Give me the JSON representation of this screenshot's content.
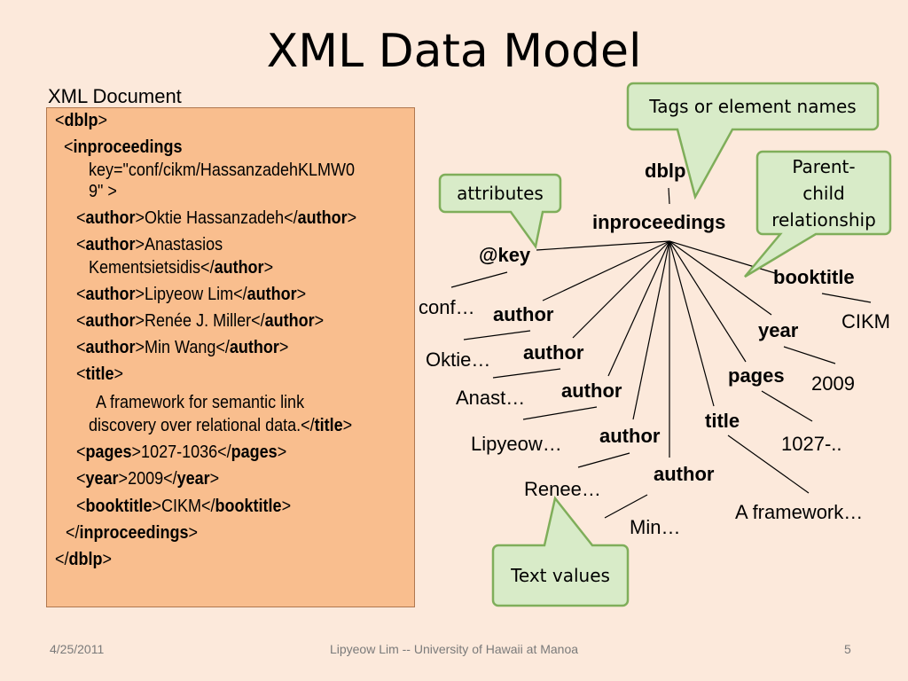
{
  "slide": {
    "title": "XML Data Model",
    "doc_label": "XML Document",
    "footer_date": "4/25/2011",
    "footer_center": "Lipyeow Lim -- University of Hawaii at Manoa",
    "page_number": "5"
  },
  "xml_lines": [
    {
      "open": "<",
      "tag": "dblp",
      "rest": ">"
    },
    {
      "open": "<",
      "tag": "inproceedings",
      "rest": ""
    },
    {
      "open": "",
      "tag": "",
      "rest": "key=\"conf/cikm/HassanzadehKLMW0"
    },
    {
      "open": "",
      "tag": "",
      "rest": "9\" >"
    },
    {
      "open": "<",
      "tag": "author",
      "rest": ">Oktie Hassanzadeh</",
      "tag2": "author",
      "close": ">"
    },
    {
      "open": "<",
      "tag": "author",
      "rest": ">Anastasios"
    },
    {
      "open": "",
      "tag": "",
      "rest": "Kementsietsidis</",
      "tag2": "author",
      "close": ">"
    },
    {
      "open": "<",
      "tag": "author",
      "rest": ">Lipyeow Lim</",
      "tag2": "author",
      "close": ">"
    },
    {
      "open": "<",
      "tag": "author",
      "rest": ">Renée J. Miller</",
      "tag2": "author",
      "close": ">"
    },
    {
      "open": "<",
      "tag": "author",
      "rest": ">Min Wang</",
      "tag2": "author",
      "close": ">"
    },
    {
      "open": "<",
      "tag": "title",
      "rest": ">"
    },
    {
      "open": "",
      "tag": "",
      "rest": "A framework for semantic link"
    },
    {
      "open": "",
      "tag": "",
      "rest": "discovery over relational data.</",
      "tag2": "title",
      "close": ">"
    },
    {
      "open": "<",
      "tag": "pages",
      "rest": ">1027-1036</",
      "tag2": "pages",
      "close": ">"
    },
    {
      "open": "<",
      "tag": "year",
      "rest": ">2009</",
      "tag2": "year",
      "close": ">"
    },
    {
      "open": "<",
      "tag": "booktitle",
      "rest": ">CIKM</",
      "tag2": "booktitle",
      "close": ">"
    },
    {
      "open": "</",
      "tag": "inproceedings",
      "rest": ">"
    },
    {
      "open": "</",
      "tag": "dblp",
      "rest": ">"
    }
  ],
  "tree": {
    "root": "dblp",
    "node": "inproceedings",
    "children": [
      {
        "label": "@key",
        "value": "conf…"
      },
      {
        "label": "author",
        "value": "Oktie…"
      },
      {
        "label": "author",
        "value": "Anast…"
      },
      {
        "label": "author",
        "value": "Lipyeow…"
      },
      {
        "label": "author",
        "value": "Renee…"
      },
      {
        "label": "author",
        "value": "Min…"
      },
      {
        "label": "title",
        "value": "A framework…"
      },
      {
        "label": "pages",
        "value": "1027-.."
      },
      {
        "label": "year",
        "value": "2009"
      },
      {
        "label": "booktitle",
        "value": "CIKM"
      }
    ]
  },
  "callouts": {
    "tags": "Tags or element names",
    "attributes": "attributes",
    "parent_child": [
      "Parent-",
      "child",
      "relationship"
    ],
    "text_values": "Text values"
  },
  "colors": {
    "background": "#fce9db",
    "xml_box": "#f9be8e",
    "callout_fill": "#d8ebc8",
    "callout_stroke": "#7fae5a"
  }
}
